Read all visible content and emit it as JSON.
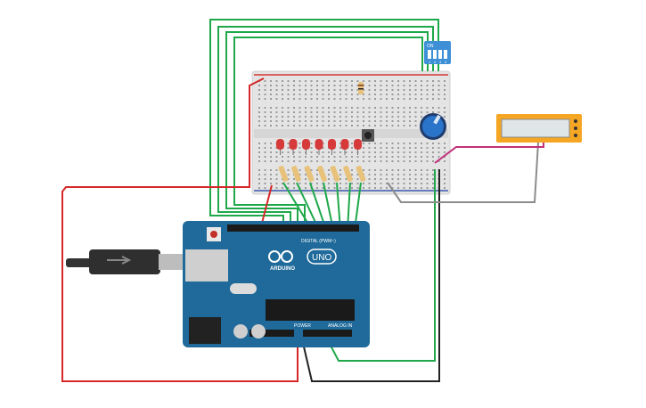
{
  "canvas": {
    "background": "#ffffff"
  },
  "dip_switch": {
    "label_on": "ON",
    "numbers": [
      "1",
      "2",
      "3",
      "4"
    ],
    "color": "#3d8fd6"
  },
  "arduino": {
    "logo_text": "ARDUINO",
    "model_text": "UNO",
    "digital_label": "DIGITAL (PWM~)",
    "power_label": "POWER",
    "analog_label": "ANALOG IN",
    "board_color": "#1f6a9a"
  },
  "lcd": {
    "color": "#f5a623",
    "screen_color": "#dfe6e8"
  },
  "wires": {
    "green": "#1fa84a",
    "red": "#d62828",
    "black": "#222222",
    "gray": "#8c8c8c",
    "magenta": "#c2307a"
  },
  "leds": {
    "count": 7,
    "color": "#d63a3a"
  },
  "potentiometer": {
    "color": "#2a74c9"
  },
  "usb_cable": {
    "color": "#333333"
  }
}
